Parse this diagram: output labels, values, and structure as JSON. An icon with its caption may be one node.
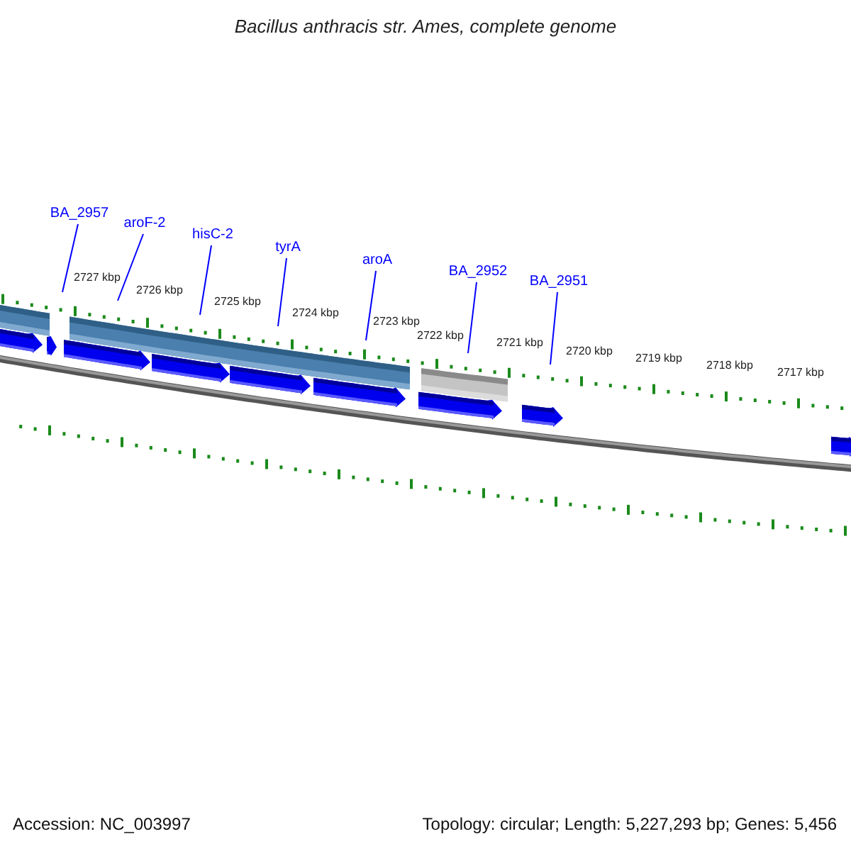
{
  "diagram": {
    "title": "Bacillus anthracis str. Ames, complete genome",
    "nodes": [
      {
        "text": [
          "BA_2957"
        ]
      },
      {
        "text": [
          "aroF-2"
        ]
      },
      {
        "text": [
          "hisC-2"
        ]
      },
      {
        "text": [
          "tyrA"
        ]
      },
      {
        "text": [
          "aroA"
        ]
      },
      {
        "text": [
          "BA_2952"
        ]
      },
      {
        "text": [
          "BA_2951"
        ]
      }
    ],
    "edges": [
      {
        "from": 0,
        "to": null,
        "arrow": "none"
      },
      {
        "from": 1,
        "to": null,
        "arrow": "none"
      },
      {
        "from": 2,
        "to": null,
        "arrow": "none"
      },
      {
        "from": 3,
        "to": null,
        "arrow": "none"
      },
      {
        "from": 4,
        "to": null,
        "arrow": "none"
      },
      {
        "from": 5,
        "to": null,
        "arrow": "none"
      },
      {
        "from": 6,
        "to": null,
        "arrow": "none"
      }
    ],
    "labels": [
      "2727 kbp",
      "2726 kbp",
      "2725 kbp",
      "2724 kbp",
      "2723 kbp",
      "2722 kbp",
      "2721 kbp",
      "2720 kbp",
      "2719 kbp",
      "2718 kbp",
      "2717 kbp",
      "Accession: NC_003997",
      "Topology: circular; Length: 5,227,293 bp; Genes: 5,456"
    ]
  }
}
